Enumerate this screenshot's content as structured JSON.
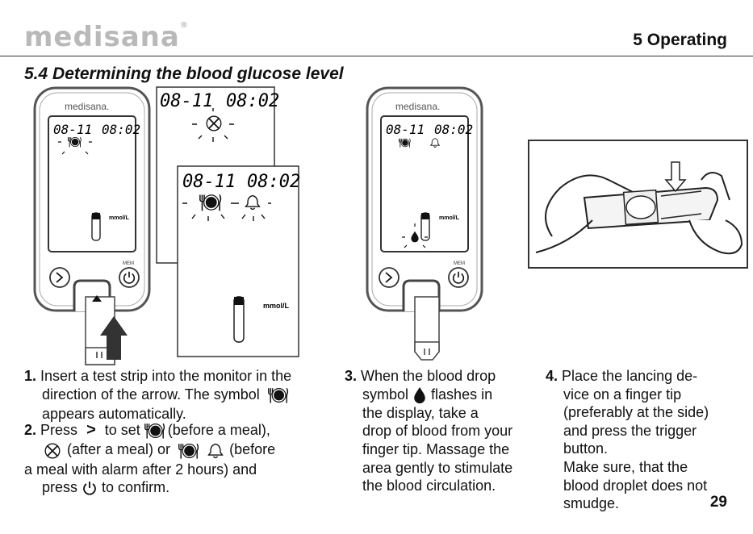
{
  "brand": "medisana",
  "brand_mark": "®",
  "chapter": "5 Operating",
  "heading": "5.4 Determining the blood glucose level",
  "device": {
    "brand": "medisana.",
    "date": "08-11",
    "time": "08:02",
    "unit": "mmol/L",
    "mem_label": "MEM"
  },
  "steps": {
    "s1": {
      "num": "1.",
      "line1": "Insert a test strip into the monitor in the",
      "line2a": "direction of the arrow. The symbol",
      "line3": "appears automatically."
    },
    "s2": {
      "num": "2.",
      "a": "Press",
      "b": "to set",
      "c": "(before a meal),",
      "d": "(after a meal) or",
      "e": "(before",
      "f": "a meal with alarm after 2 hours) and",
      "g": "press",
      "h": "to confirm."
    },
    "s3": {
      "num": "3.",
      "a": "When the blood drop",
      "b": "symbol",
      "c": "flashes in",
      "d": "the display, take a",
      "e": "drop of blood from your",
      "f": "finger tip. Massage the",
      "g": "area gently to stimulate",
      "h": "the blood circulation."
    },
    "s4": {
      "num": "4.",
      "a": "Place the lancing de-",
      "b": "vice on a finger tip",
      "c": "(preferably at the side)",
      "d": "and press the trigger",
      "e": "button.",
      "f": "Make sure, that the",
      "g": "blood droplet does not",
      "h": "smudge."
    }
  },
  "page_number": "29"
}
